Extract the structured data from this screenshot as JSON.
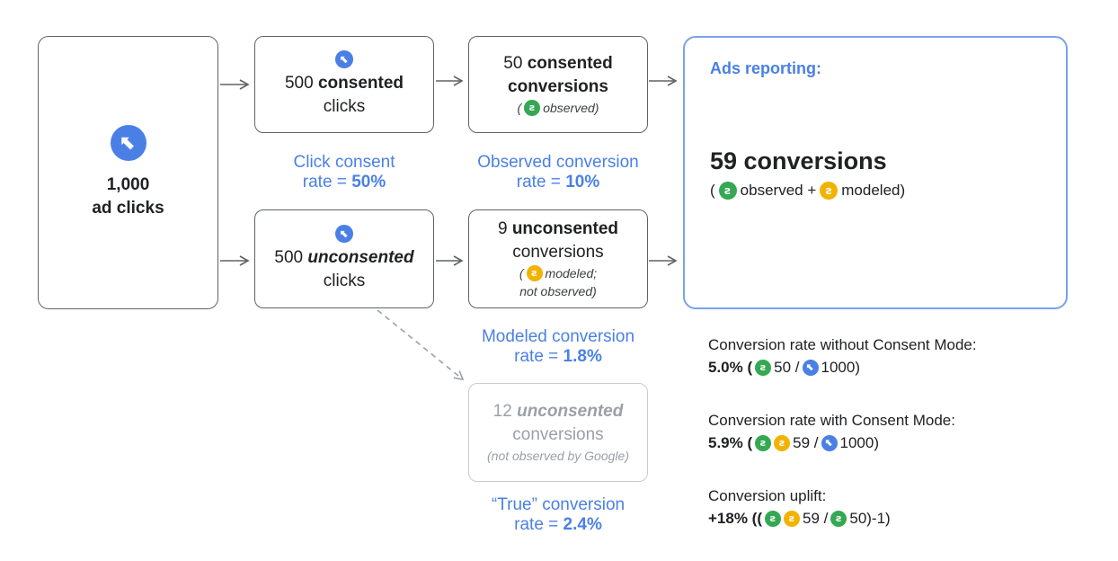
{
  "nodes": {
    "clicks": {
      "count": "1,000",
      "label": "ad clicks"
    },
    "consented_clicks": {
      "count": "500",
      "bold": "consented",
      "suffix": "clicks"
    },
    "unconsented_clicks": {
      "count": "500",
      "bold": "unconsented",
      "suffix": "clicks"
    },
    "consented_conversions": {
      "count": "50",
      "bold": "consented",
      "line2": "conversions",
      "note": "observed",
      "note_open": "(",
      "note_close": ")"
    },
    "unconsented_conversions": {
      "count": "9",
      "bold": "unconsented",
      "line2": "conversions",
      "note1": "modeled;",
      "note2": "not observed)",
      "note_open": "("
    },
    "true_conversions": {
      "count": "12",
      "bold": "unconsented",
      "line2": "conversions",
      "note": "(not observed by Google)"
    }
  },
  "captions": {
    "click_consent": {
      "line1": "Click consent",
      "line2_prefix": "rate = ",
      "value": "50%"
    },
    "observed": {
      "line1": "Observed conversion",
      "line2_prefix": "rate = ",
      "value": "10%"
    },
    "modeled": {
      "line1": "Modeled conversion",
      "line2_prefix": "rate = ",
      "value": "1.8%"
    },
    "true": {
      "line1": "“True” conversion",
      "line2_prefix": "rate = ",
      "value": "2.4%"
    }
  },
  "ads_reporting": {
    "title": "Ads reporting:",
    "total": "59 conversions",
    "open": "(",
    "observed": "observed +",
    "modeled": "modeled)"
  },
  "stats": [
    {
      "label": "Conversion rate without Consent Mode:",
      "value": "5.0% (",
      "nums": "50 /",
      "den": "1000)"
    },
    {
      "label": "Conversion rate with Consent Mode:",
      "value": "5.9% (",
      "nums": "59 /",
      "den": "1000)"
    },
    {
      "label": "Conversion uplift:",
      "value": "+18% ((",
      "nums": "59 /",
      "den": "50)-1)"
    }
  ],
  "colors": {
    "accent": "#4a80e6",
    "observed": "#34a853",
    "modeled": "#f2b300",
    "border": "#5f6368",
    "ghost": "#c9cbce"
  },
  "icons": {
    "click": "click-cursor-icon",
    "conversion": "conversion-icon"
  }
}
